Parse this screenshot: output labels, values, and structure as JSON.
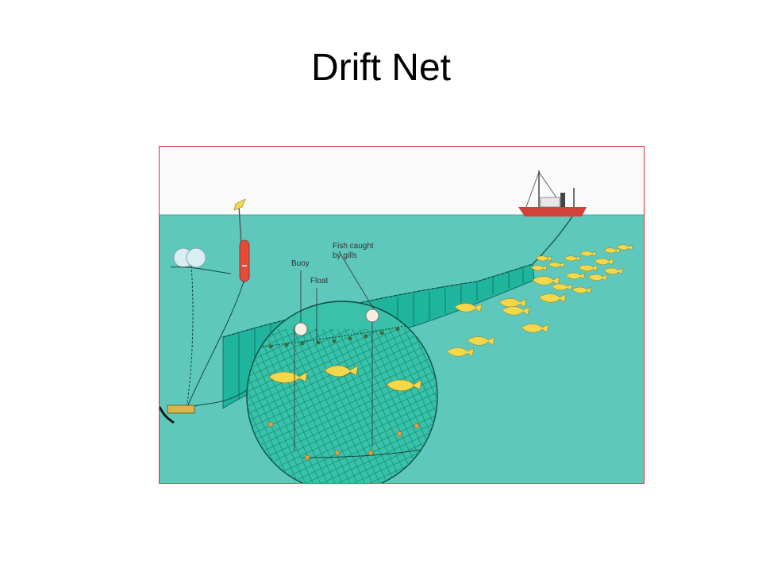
{
  "slide": {
    "title": "Drift Net"
  },
  "diagram": {
    "labels": {
      "buoy": "Buoy",
      "float": "Float",
      "fish_line1": "Fish caught",
      "fish_line2": "by gills"
    },
    "colors": {
      "sky": "#ffffff",
      "water": "#5ec8bd",
      "net": "#1fb49e",
      "fish": "#f2d84a",
      "ship": "#d0433a",
      "border": "#d23a3a",
      "marker_buoy": "#e54b39"
    }
  }
}
